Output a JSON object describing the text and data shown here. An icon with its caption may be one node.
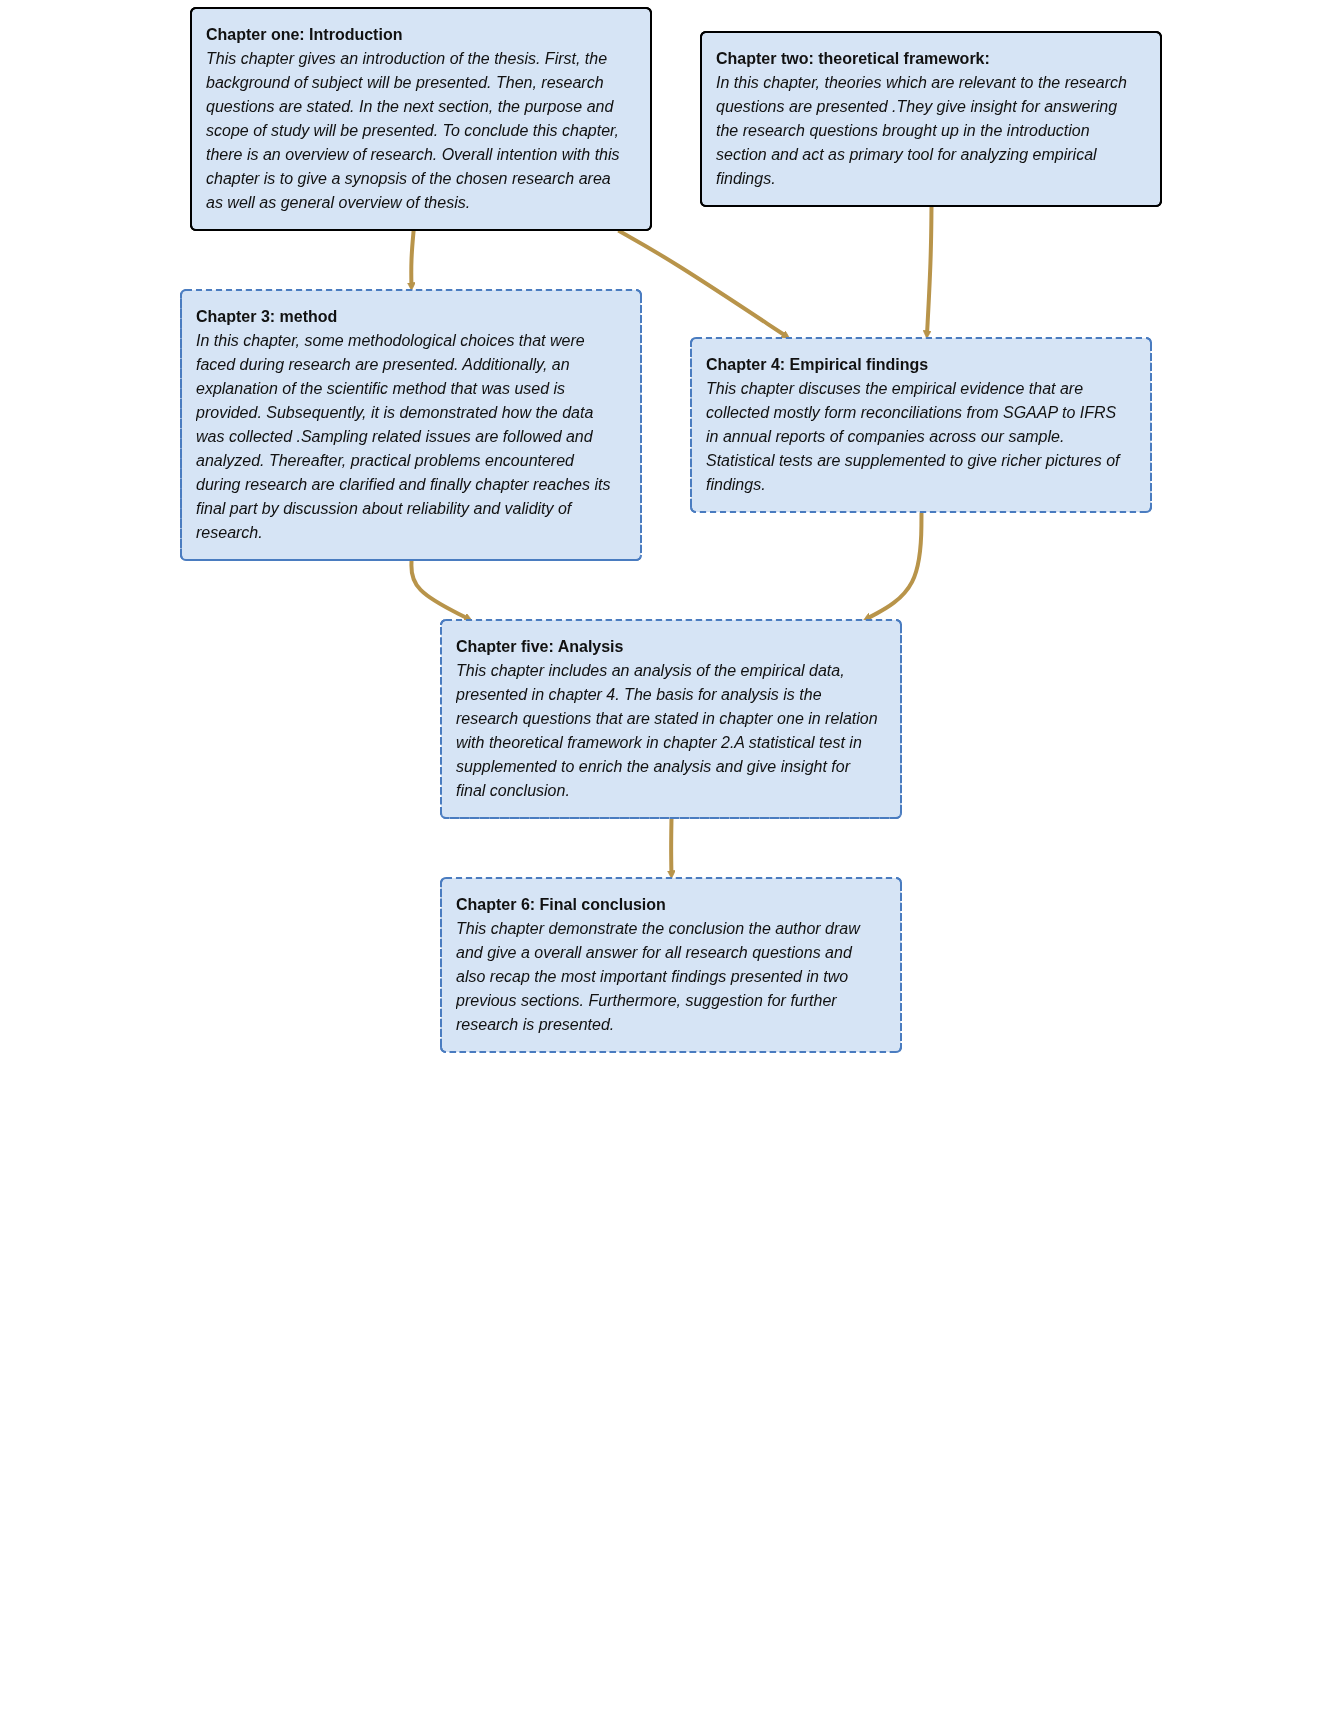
{
  "diagram": {
    "nodes": [
      {
        "text": [
          "Chapter one: Introduction",
          "This chapter gives an introduction of the thesis. First, the background of subject will be presented. Then, research questions are stated. In the next section, the purpose and scope of study will be presented. To conclude this chapter, there is an overview of research. Overall intention with this chapter is to give a synopsis of the chosen research area as well as general overview of thesis."
        ]
      },
      {
        "text": [
          "Chapter two: theoretical framework:",
          "In this chapter, theories which are relevant to the research questions are presented .They give insight for answering the research questions brought up in the introduction section and act as primary tool for analyzing empirical findings."
        ]
      },
      {
        "text": [
          "Chapter 3: method",
          "In this chapter, some methodological choices that were faced during research are presented. Additionally, an explanation of the scientific method that was used is provided. Subsequently, it is demonstrated how the data was collected .Sampling related issues are followed and analyzed. Thereafter, practical problems encountered during research are clarified and finally chapter reaches its final part by discussion about reliability and validity of research."
        ]
      },
      {
        "text": [
          "Chapter 4: Empirical findings",
          "This chapter discuses the empirical evidence that are collected mostly form reconciliations from SGAAP to IFRS in annual reports of companies across our sample. Statistical tests are supplemented to give richer pictures of findings."
        ]
      },
      {
        "text": [
          "Chapter five: Analysis",
          "This chapter includes an analysis of the empirical data, presented in chapter 4. The basis for analysis is the research questions that are stated in chapter one in relation with theoretical framework in chapter 2.A statistical test in supplemented to enrich the analysis and give insight for final conclusion."
        ]
      },
      {
        "text": [
          "Chapter 6: Final conclusion",
          "This chapter demonstrate the conclusion the author draw and give a overall answer for all research questions and also recap the most important findings presented in two previous sections. Furthermore, suggestion for further research is presented."
        ]
      }
    ],
    "edges": [
      {
        "from": 0,
        "to": 2,
        "arrow": "to"
      },
      {
        "from": 0,
        "to": 3,
        "arrow": "to"
      },
      {
        "from": 1,
        "to": 3,
        "arrow": "to"
      },
      {
        "from": 2,
        "to": 4,
        "arrow": "to"
      },
      {
        "from": 3,
        "to": 4,
        "arrow": "to"
      },
      {
        "from": 4,
        "to": 5,
        "arrow": "to"
      }
    ]
  }
}
